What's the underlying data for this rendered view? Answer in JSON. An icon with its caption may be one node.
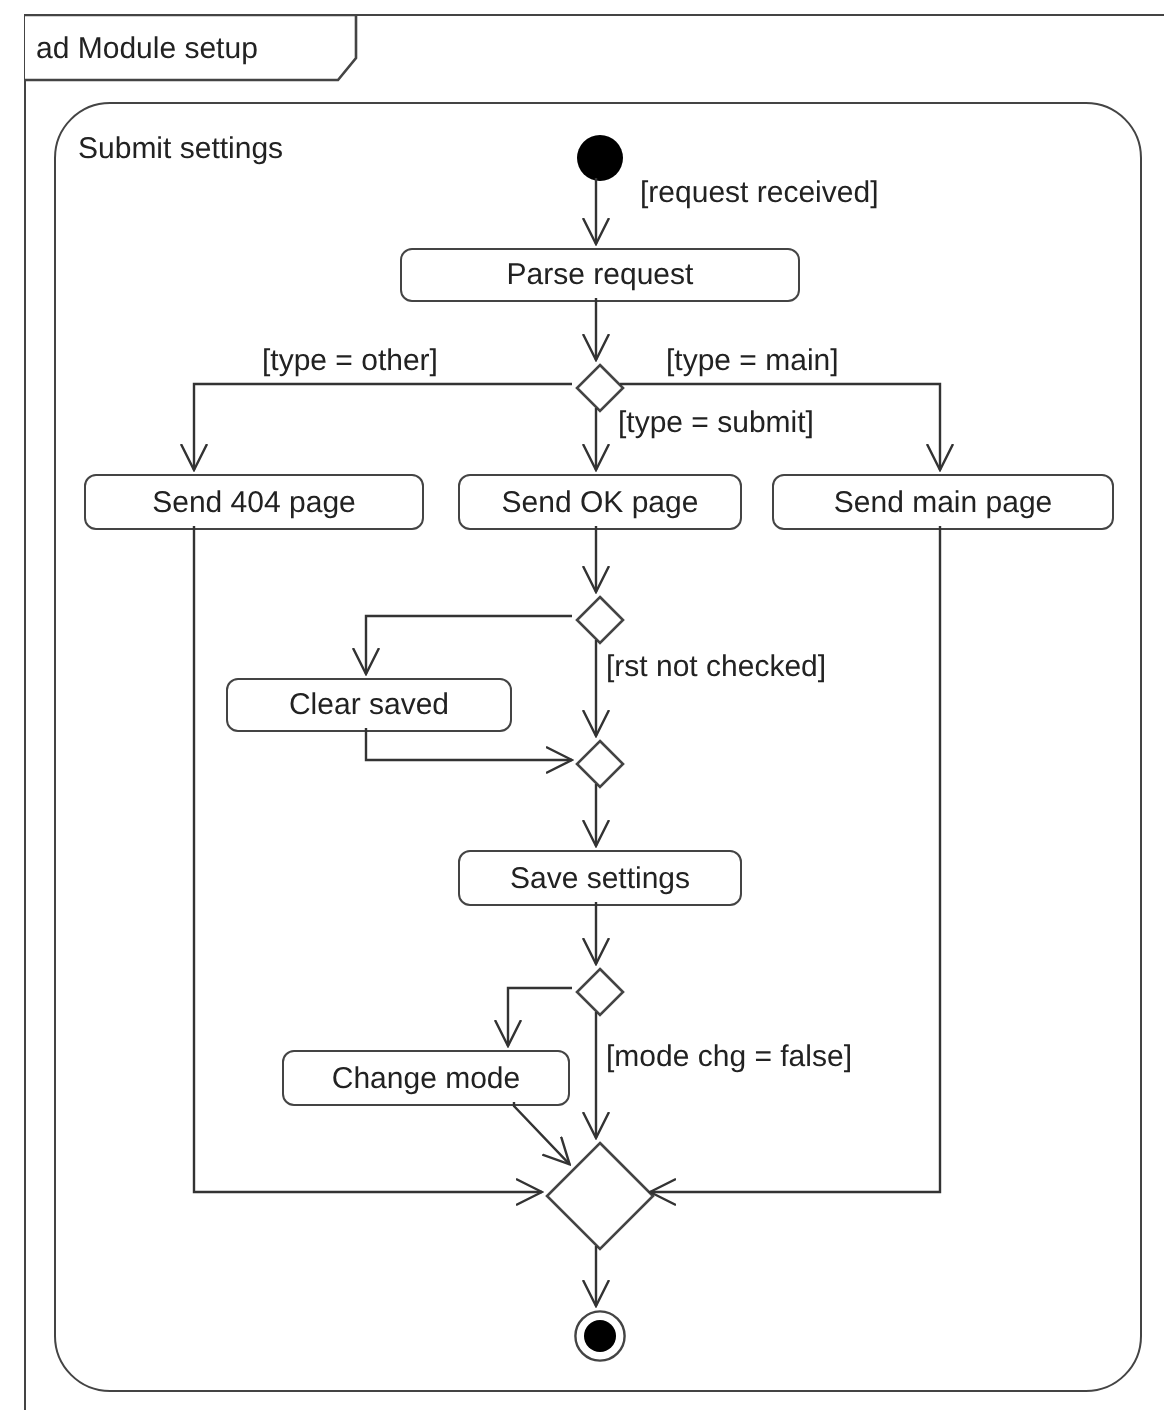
{
  "diagram": {
    "nodes": [
      {
        "text": [
          "ad Module setup"
        ]
      },
      {
        "text": [
          "Submit settings"
        ],
        "in": 0
      },
      {
        "text": [],
        "shape": "circle",
        "in": 1
      },
      {
        "text": [
          "Parse request"
        ],
        "in": 1
      },
      {
        "text": [],
        "shape": "diamond",
        "in": 1
      },
      {
        "text": [
          "Send 404 page"
        ],
        "in": 1
      },
      {
        "text": [
          "Send OK page"
        ],
        "in": 1
      },
      {
        "text": [
          "Send main page"
        ],
        "in": 1
      },
      {
        "text": [],
        "shape": "diamond",
        "in": 1
      },
      {
        "text": [
          "Clear saved"
        ],
        "in": 1
      },
      {
        "text": [],
        "shape": "diamond",
        "in": 1
      },
      {
        "text": [
          "Save settings"
        ],
        "in": 1
      },
      {
        "text": [],
        "shape": "diamond",
        "in": 1
      },
      {
        "text": [
          "Change mode"
        ],
        "in": 1
      },
      {
        "text": [],
        "shape": "diamond",
        "in": 1
      },
      {
        "text": [],
        "shape": "bullseye",
        "in": 1
      }
    ],
    "edges": [
      {
        "from": 2,
        "to": 3,
        "arrow": "to",
        "label": "[request received]"
      },
      {
        "from": 3,
        "to": 4,
        "arrow": "to"
      },
      {
        "from": 4,
        "to": 5,
        "arrow": "to",
        "label": "[type = other]"
      },
      {
        "from": 4,
        "to": 6,
        "arrow": "to",
        "label": "[type = submit]"
      },
      {
        "from": 4,
        "to": 7,
        "arrow": "to",
        "label": "[type = main]"
      },
      {
        "from": 6,
        "to": 8,
        "arrow": "to"
      },
      {
        "from": 8,
        "to": 9,
        "arrow": "to"
      },
      {
        "from": 8,
        "to": 10,
        "arrow": "to",
        "label": "[rst not checked]"
      },
      {
        "from": 9,
        "to": 10,
        "arrow": "to"
      },
      {
        "from": 10,
        "to": 11,
        "arrow": "to"
      },
      {
        "from": 11,
        "to": 12,
        "arrow": "to"
      },
      {
        "from": 12,
        "to": 13,
        "arrow": "to"
      },
      {
        "from": 12,
        "to": 14,
        "arrow": "to",
        "label": "[mode chg = false]"
      },
      {
        "from": 13,
        "to": 14,
        "arrow": "to"
      },
      {
        "from": 5,
        "to": 14,
        "arrow": "to"
      },
      {
        "from": 7,
        "to": 14,
        "arrow": "to"
      },
      {
        "from": 14,
        "to": 15,
        "arrow": "to"
      }
    ]
  }
}
